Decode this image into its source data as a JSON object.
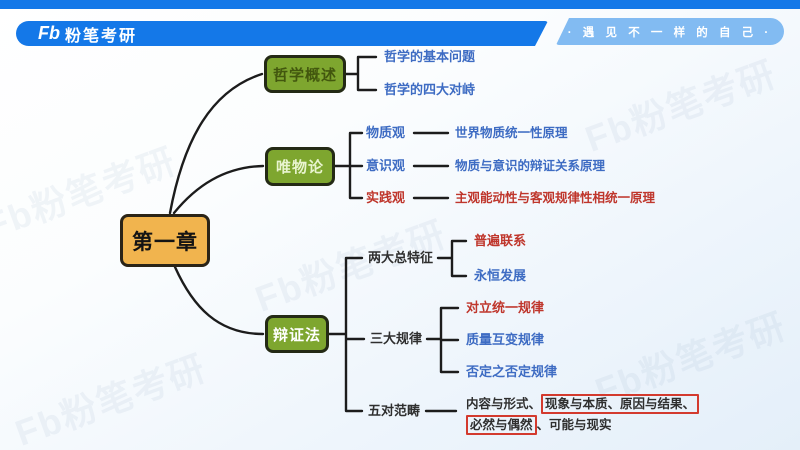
{
  "header": {
    "brand_mark": "Fb",
    "brand_name": "粉笔考研",
    "slogan": "· 遇 见 不 一 样 的 自 己 ·"
  },
  "watermark_text": "Fb粉笔考研",
  "colors": {
    "header_blue": "#1478e8",
    "badge_blue": "#82bbf2",
    "root_yellow": "#f1b44e",
    "branch_green": "#7ea62f",
    "text_blue": "#3e6cc3",
    "text_red": "#bf362c",
    "highlight_box_red": "#d33a2e"
  },
  "mindmap": {
    "root_label": "第一章",
    "branch1": {
      "label": "哲学概述",
      "child1": "哲学的基本问题",
      "child2": "哲学的四大对峙"
    },
    "branch2": {
      "label": "唯物论",
      "row1_label": "物质观",
      "row1_detail": "世界物质统一性原理",
      "row2_label": "意识观",
      "row2_detail": "物质与意识的辩证关系原理",
      "row3_label": "实践观",
      "row3_detail": "主观能动性与客观规律性相统一原理"
    },
    "branch3": {
      "label": "辩证法",
      "group1_label": "两大总特征",
      "group1_child1": "普遍联系",
      "group1_child2": "永恒发展",
      "group2_label": "三大规律",
      "group2_child1": "对立统一规律",
      "group2_child2": "质量互变规律",
      "group2_child3": "否定之否定规律",
      "group3_label": "五对范畴",
      "group3_line1_plain": "内容与形式、",
      "group3_line1_boxed": "现象与本质、原因与结果、",
      "group3_line2_boxed": "必然与偶然",
      "group3_line2_plain": "、可能与现实"
    }
  }
}
